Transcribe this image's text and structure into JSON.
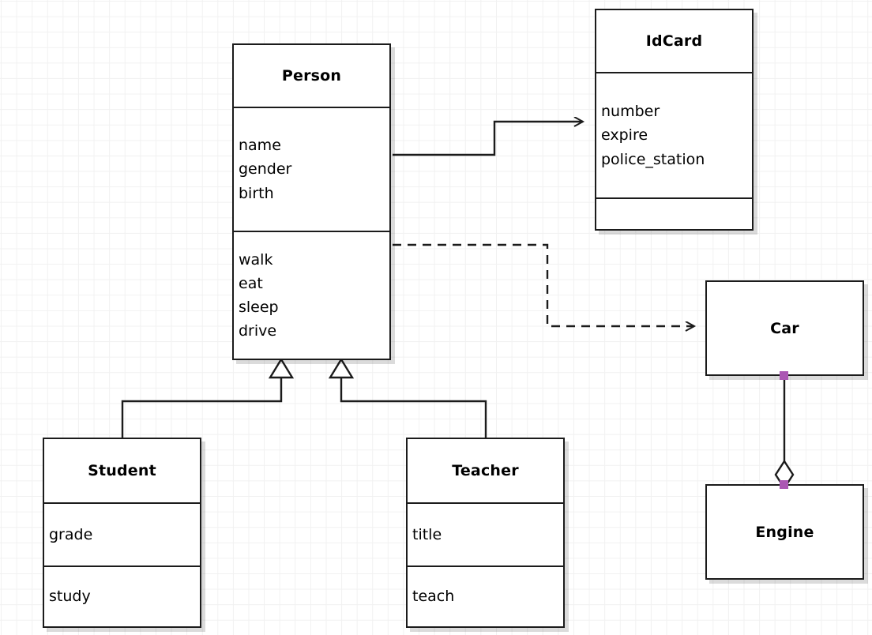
{
  "diagram": {
    "kind": "uml-class-diagram",
    "background": "#ffffff",
    "grid_color": "#f1f1f1",
    "line_color": "#1b1b1b",
    "handle_color": "#ab57b3"
  },
  "classes": {
    "person": {
      "name": "Person",
      "attributes": [
        "name",
        "gender",
        "birth"
      ],
      "methods": [
        "walk",
        "eat",
        "sleep",
        "drive"
      ]
    },
    "idcard": {
      "name": "IdCard",
      "attributes": [
        "number",
        "expire",
        "police_station"
      ],
      "methods": []
    },
    "student": {
      "name": "Student",
      "attributes": [
        "grade"
      ],
      "methods": [
        "study"
      ]
    },
    "teacher": {
      "name": "Teacher",
      "attributes": [
        "title"
      ],
      "methods": [
        "teach"
      ]
    },
    "car": {
      "name": "Car"
    },
    "engine": {
      "name": "Engine"
    }
  },
  "relationships": [
    {
      "id": "person-idcard",
      "type": "association",
      "from": "Person",
      "to": "IdCard",
      "line": "solid",
      "arrow": "open-arrow"
    },
    {
      "id": "person-car",
      "type": "dependency",
      "from": "Person",
      "to": "Car",
      "line": "dashed",
      "arrow": "open-arrow"
    },
    {
      "id": "student-person",
      "type": "generalization",
      "from": "Student",
      "to": "Person",
      "line": "solid",
      "arrow": "hollow-triangle"
    },
    {
      "id": "teacher-person",
      "type": "generalization",
      "from": "Teacher",
      "to": "Person",
      "line": "solid",
      "arrow": "hollow-triangle"
    },
    {
      "id": "car-engine",
      "type": "aggregation",
      "from": "Car",
      "to": "Engine",
      "line": "solid",
      "arrow": "hollow-diamond",
      "selected": true
    }
  ]
}
